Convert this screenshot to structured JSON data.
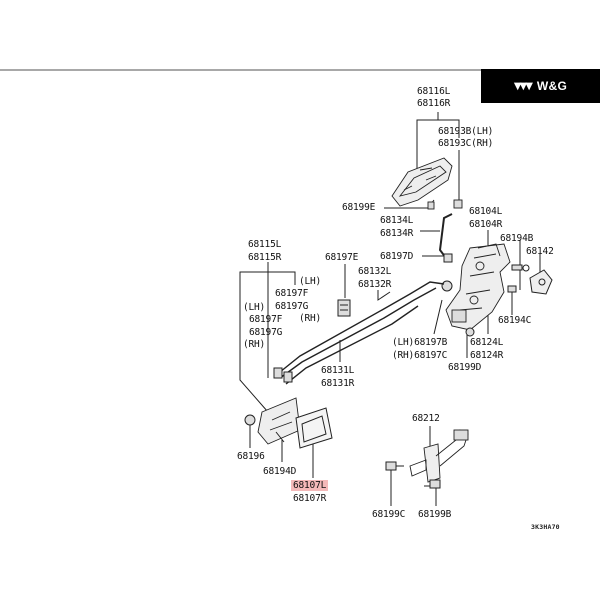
{
  "brand": {
    "logo_icon": "triple-chevron-logo",
    "name": "W&G"
  },
  "diagram": {
    "reference_code": "3K3HA70",
    "highlight_color": "#f4b9b9",
    "labels": {
      "p68116": [
        "68116L",
        "68116R"
      ],
      "p68193": [
        "68193B(LH)",
        "68193C(RH)"
      ],
      "p68199E": "68199E",
      "p68134": [
        "68134L",
        "68134R"
      ],
      "p68104": [
        "68104L",
        "68104R"
      ],
      "p68194B": "68194B",
      "p68142": "68142",
      "p68197D": "68197D",
      "p68115": [
        "68115L",
        "68115R"
      ],
      "p68197E": "68197E",
      "p68132": [
        "68132L",
        "68132R"
      ],
      "p68197FG_right": [
        "(LH)",
        "68197F",
        "68197G",
        "(RH)"
      ],
      "p68197FG_left": [
        "(LH)",
        "68197F",
        "68197G",
        "(RH)"
      ],
      "p68194C": "68194C",
      "p68197BC": [
        "(LH)68197B",
        "(RH)68197C"
      ],
      "p68124": [
        "68124L",
        "68124R"
      ],
      "p68199D": "68199D",
      "p68131": [
        "68131L",
        "68131R"
      ],
      "p68196": "68196",
      "p68194D": "68194D",
      "p68107": [
        "68107L",
        "68107R"
      ],
      "p68212": "68212",
      "p68199C": "68199C",
      "p68199B": "68199B"
    }
  }
}
